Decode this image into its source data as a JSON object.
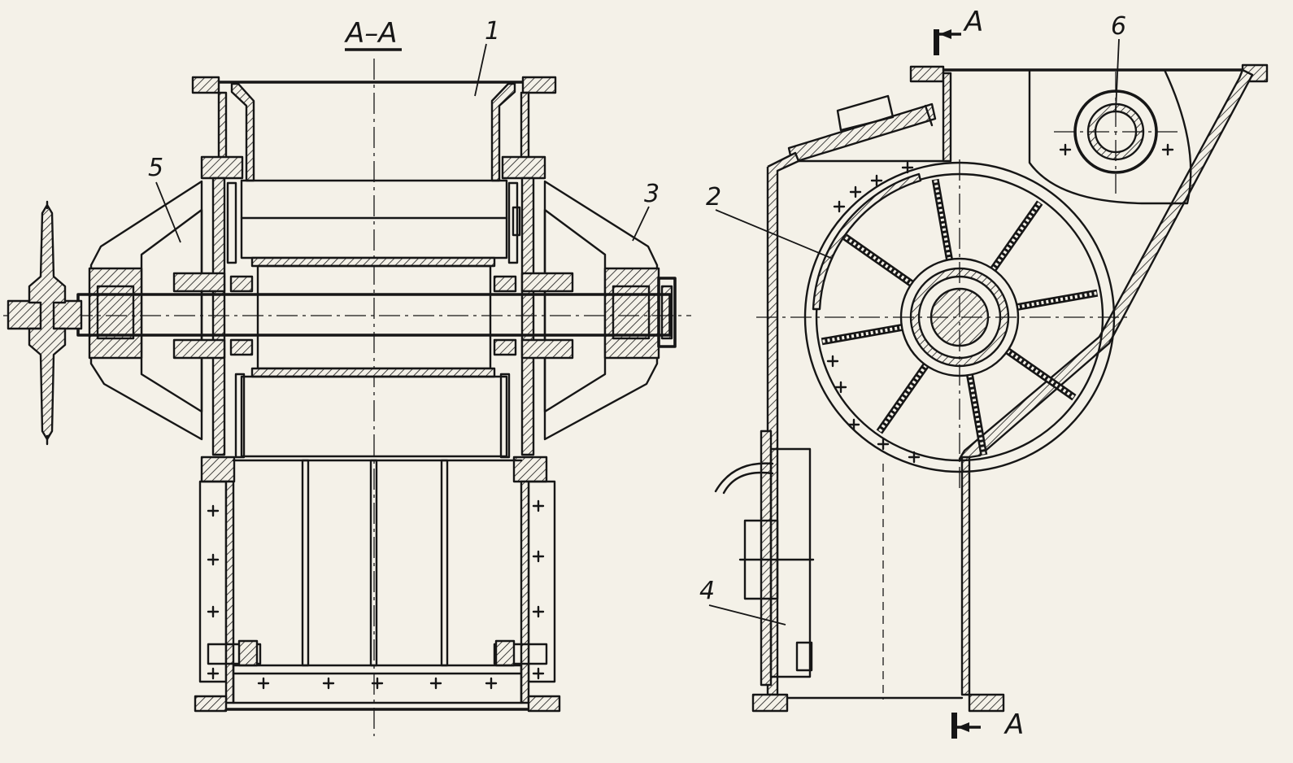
{
  "drawing": {
    "section_label": "A–A",
    "cut_marker_top": "A",
    "cut_marker_bottom": "A",
    "callouts": [
      {
        "id": "1",
        "text": "1"
      },
      {
        "id": "2",
        "text": "2"
      },
      {
        "id": "3",
        "text": "3"
      },
      {
        "id": "4",
        "text": "4"
      },
      {
        "id": "5",
        "text": "5"
      },
      {
        "id": "6",
        "text": "6"
      }
    ]
  },
  "colors": {
    "paper": "#f4f1e8",
    "ink": "#161616"
  }
}
